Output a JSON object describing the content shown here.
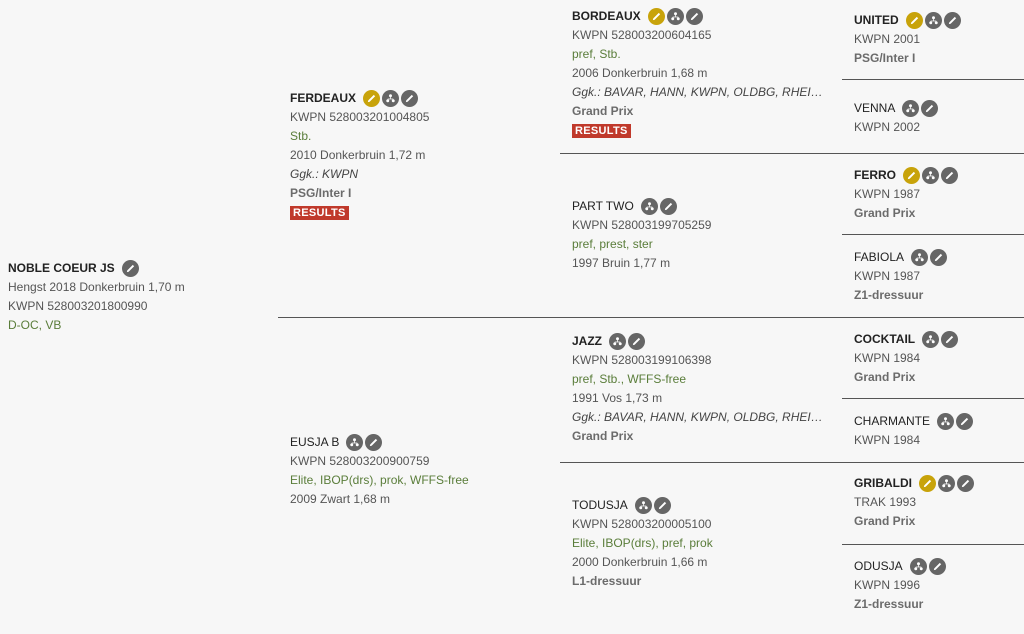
{
  "subject": {
    "name": "NOBLE COEUR JS",
    "line1": "Hengst 2018 Donkerbruin 1,70 m",
    "line2": "KWPN 528003201800990",
    "line3": "D-OC, VB"
  },
  "sire": {
    "name": "FERDEAUX",
    "reg": "KWPN 528003201004805",
    "pred": "Stb.",
    "birth": "2010 Donkerbruin 1,72 m",
    "ggk": "Ggk.: KWPN",
    "level": "PSG/Inter I",
    "results": "RESULTS"
  },
  "dam": {
    "name": "EUSJA B",
    "reg": "KWPN 528003200900759",
    "pred": "Elite, IBOP(drs), prok, WFFS-free",
    "birth": "2009 Zwart 1,68 m"
  },
  "ss": {
    "name": "BORDEAUX",
    "reg": "KWPN 528003200604165",
    "pred": "pref, Stb.",
    "birth": "2006 Donkerbruin 1,68 m",
    "ggk": "Ggk.: BAVAR, HANN, KWPN, OLDBG, RHEIN, ...",
    "level": "Grand Prix",
    "results": "RESULTS"
  },
  "sd": {
    "name": "PART TWO",
    "reg": "KWPN 528003199705259",
    "pred": "pref, prest, ster",
    "birth": "1997 Bruin 1,77 m"
  },
  "ds": {
    "name": "JAZZ",
    "reg": "KWPN 528003199106398",
    "pred": "pref, Stb., WFFS-free",
    "birth": "1991 Vos 1,73 m",
    "ggk": "Ggk.: BAVAR, HANN, KWPN, OLDBG, RHEIN, ...",
    "level": "Grand Prix"
  },
  "dd": {
    "name": "TODUSJA",
    "reg": "KWPN 528003200005100",
    "pred": "Elite, IBOP(drs), pref, prok",
    "birth": "2000 Donkerbruin 1,66 m",
    "level": "L1-dressuur"
  },
  "g": [
    {
      "name": "UNITED",
      "reg": "KWPN 2001",
      "level": "PSG/Inter I"
    },
    {
      "name": "VENNA",
      "reg": "KWPN 2002",
      "level": ""
    },
    {
      "name": "FERRO",
      "reg": "KWPN 1987",
      "level": "Grand Prix"
    },
    {
      "name": "FABIOLA",
      "reg": "KWPN 1987",
      "level": "Z1-dressuur"
    },
    {
      "name": "COCKTAIL",
      "reg": "KWPN 1984",
      "level": "Grand Prix"
    },
    {
      "name": "CHARMANTE",
      "reg": "KWPN 1984",
      "level": ""
    },
    {
      "name": "GRIBALDI",
      "reg": "TRAK 1993",
      "level": "Grand Prix"
    },
    {
      "name": "ODUSJA",
      "reg": "KWPN 1996",
      "level": "Z1-dressuur"
    }
  ],
  "icons": {
    "pencil": "pencil-icon",
    "pedigree": "pedigree-icon",
    "edit": "edit-icon"
  },
  "colors": {
    "gold": "#c8a30a",
    "grey": "#666666",
    "green": "#5a7d3a",
    "results_red": "#c0392b"
  }
}
